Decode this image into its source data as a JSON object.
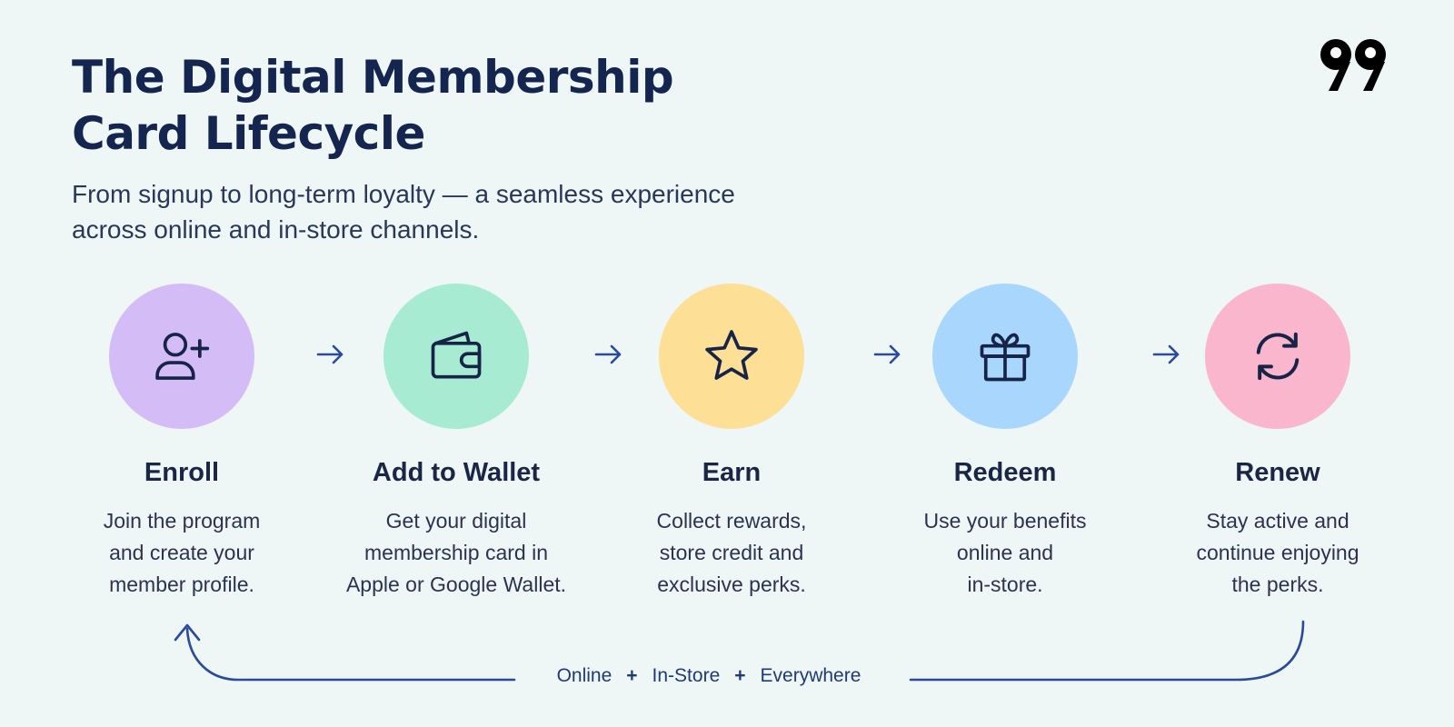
{
  "header": {
    "title_line1": "The Digital Membership",
    "title_line2": "Card Lifecycle",
    "subtitle_line1": "From signup to long-term loyalty — a seamless experience",
    "subtitle_line2": "across online and in-store channels."
  },
  "logo": {
    "text": "99",
    "icon": "99designs-logo"
  },
  "steps": [
    {
      "icon": "user-plus-icon",
      "color": "#d4bdf7",
      "title": "Enroll",
      "desc": [
        "Join the program",
        "and create your",
        "member profile."
      ]
    },
    {
      "icon": "wallet-icon",
      "color": "#a7ebd2",
      "title": "Add to Wallet",
      "desc": [
        "Get your digital",
        "membership card in",
        "Apple or Google Wallet."
      ]
    },
    {
      "icon": "star-icon",
      "color": "#fde095",
      "title": "Earn",
      "desc": [
        "Collect rewards,",
        "store credit and",
        "exclusive perks."
      ]
    },
    {
      "icon": "gift-icon",
      "color": "#a9d6fd",
      "title": "Redeem",
      "desc": [
        "Use your benefits",
        "online and",
        "in-store."
      ]
    },
    {
      "icon": "refresh-icon",
      "color": "#fab6cc",
      "title": "Renew",
      "desc": [
        "Stay active and",
        "continue enjoying",
        "the perks."
      ]
    }
  ],
  "footer": {
    "channels": [
      "Online",
      "In-Store",
      "Everywhere"
    ],
    "separator": "+"
  },
  "colors": {
    "title": "#14254f",
    "accent": "#1f3a78",
    "background": "#eef6f6"
  }
}
